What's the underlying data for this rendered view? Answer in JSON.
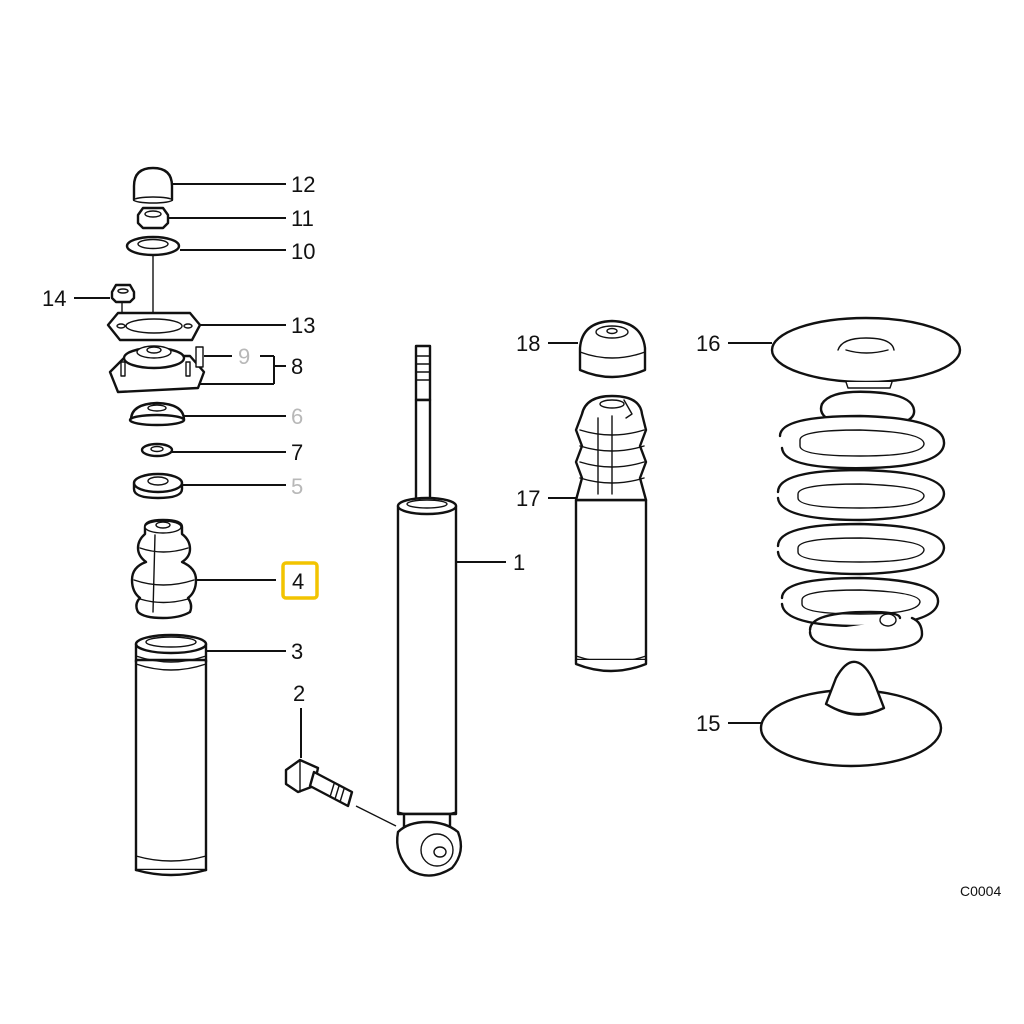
{
  "colors": {
    "highlight": "#f2c400",
    "line": "#111111",
    "dim_label": "#b8b8b8"
  },
  "labels": {
    "p1": "1",
    "p2": "2",
    "p3": "3",
    "p4": "4",
    "p5": "5",
    "p6": "6",
    "p7": "7",
    "p8": "8",
    "p9": "9",
    "p10": "10",
    "p11": "11",
    "p12": "12",
    "p13": "13",
    "p14": "14",
    "p15": "15",
    "p16": "16",
    "p17": "17",
    "p18": "18"
  },
  "highlighted_part": "4",
  "diagram_code": "C0004"
}
